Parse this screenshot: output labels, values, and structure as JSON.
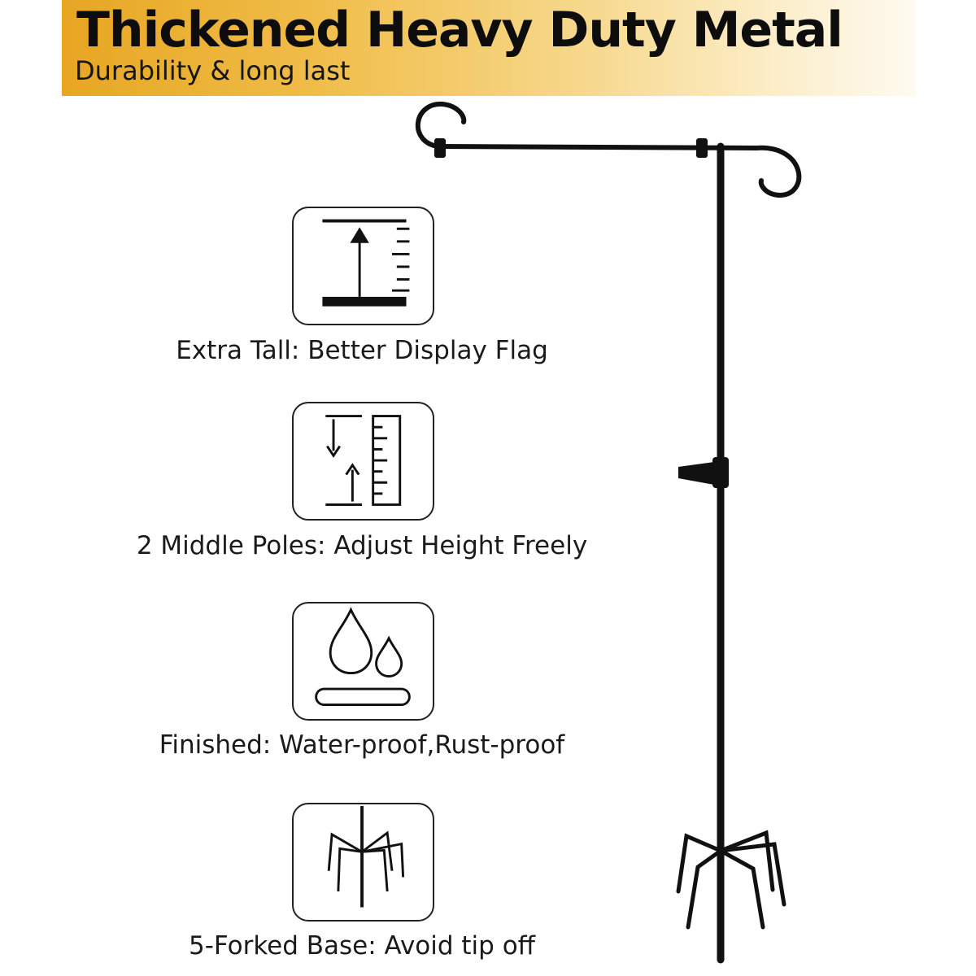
{
  "banner": {
    "title": "Thickened Heavy Duty Metal",
    "subtitle": "Durability & long last",
    "gradient_start": "#e7a622",
    "gradient_end": "#fffaf0"
  },
  "features": [
    {
      "icon": "height-ruler-icon",
      "label": "Extra Tall: Better Display Flag"
    },
    {
      "icon": "adjust-height-icon",
      "label": "2 Middle Poles: Adjust Height Freely"
    },
    {
      "icon": "water-drops-icon",
      "label": "Finished: Water-proof,Rust-proof"
    },
    {
      "icon": "forked-base-icon",
      "label": "5-Forked Base: Avoid tip off"
    }
  ],
  "product": {
    "name": "garden flag stand",
    "color": "#111111"
  }
}
